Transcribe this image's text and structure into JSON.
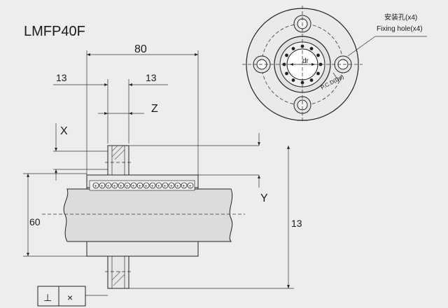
{
  "model": "LMFP40F",
  "dims": {
    "length": "80",
    "left_offset": "13",
    "right_offset": "13",
    "z": "Z",
    "x": "X",
    "y": "Y",
    "diameter": "60",
    "height": "13"
  },
  "front_view": {
    "fixing_hole_cn": "安装孔(x4)",
    "fixing_hole_en": "Fixing hole(x4)",
    "dr": "dr",
    "pcd": "P.C.D(Dp)"
  },
  "tolerance_symbols": {
    "perpendicular": "⊥",
    "cross": "×"
  }
}
